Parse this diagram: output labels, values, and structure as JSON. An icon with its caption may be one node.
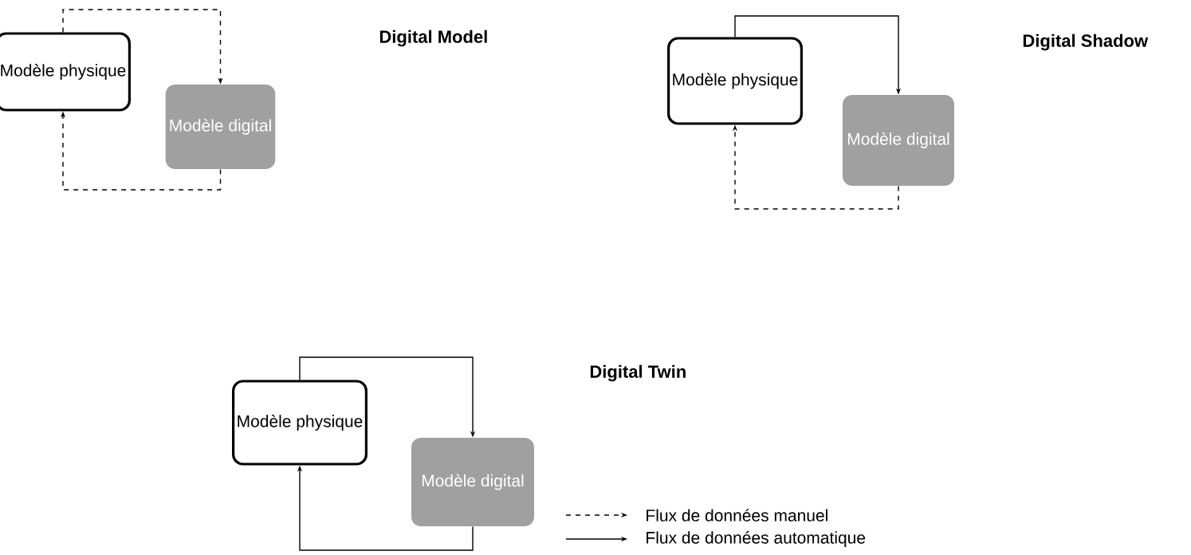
{
  "diagram": {
    "nodes": [
      {
        "text": [
          "Modèle physique"
        ]
      },
      {
        "text": [
          "Modèle digital"
        ]
      },
      {
        "text": [
          "Modèle physique"
        ]
      },
      {
        "text": [
          "Modèle digital"
        ]
      },
      {
        "text": [
          "Modèle physique"
        ]
      },
      {
        "text": [
          "Modèle digital"
        ]
      }
    ],
    "edges": [
      {
        "from": 0,
        "to": 1,
        "arrow": "to",
        "style": "dashed"
      },
      {
        "from": 1,
        "to": 0,
        "arrow": "to",
        "style": "dashed"
      },
      {
        "from": 2,
        "to": 3,
        "arrow": "to"
      },
      {
        "from": 3,
        "to": 2,
        "arrow": "to",
        "style": "dashed"
      },
      {
        "from": 4,
        "to": 5,
        "arrow": "to"
      },
      {
        "from": 5,
        "to": 4,
        "arrow": "to"
      }
    ],
    "labels": [
      "Digital Model",
      "Digital Shadow",
      "Digital Twin"
    ],
    "legend": [
      {
        "text": "Flux de données manuel"
      },
      {
        "text": "Flux de données automatique"
      }
    ]
  }
}
